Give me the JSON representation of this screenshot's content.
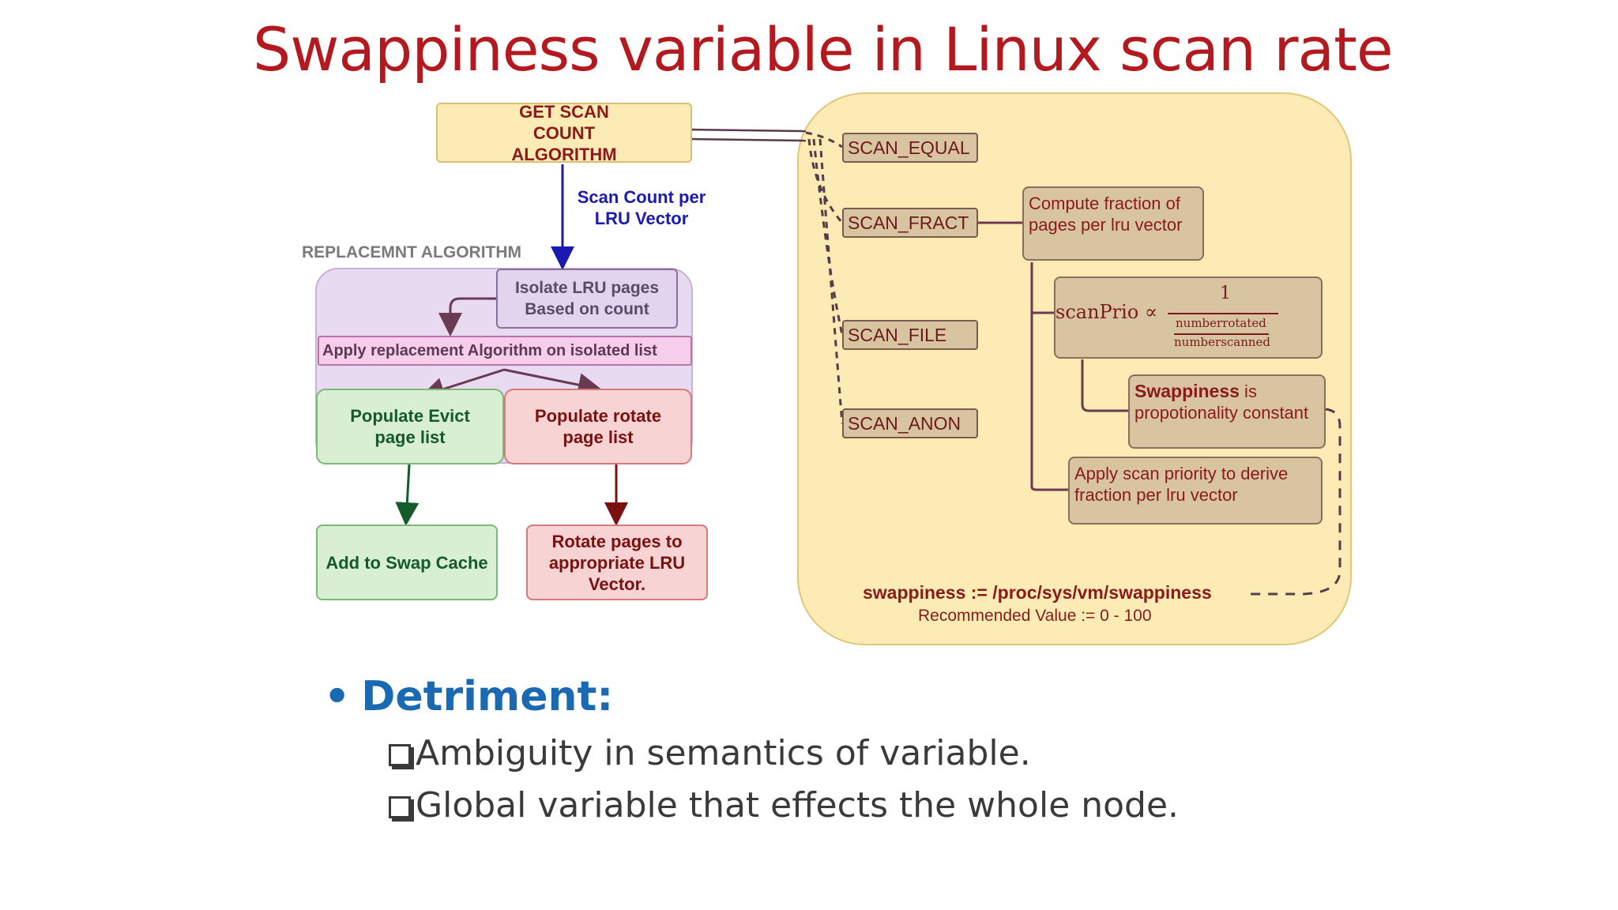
{
  "slide": {
    "title": "Swappiness variable in Linux scan rate"
  },
  "diagram": {
    "get_scan": "GET SCAN COUNT ALGORITHM",
    "scan_count_label": "Scan Count per LRU Vector",
    "replacement_label": "REPLACEMNT ALGORITHM",
    "isolate": "Isolate LRU pages Based on count",
    "apply_replacement": "Apply replacement Algorithm on isolated list",
    "populate_evict": "Populate Evict page list",
    "populate_rotate": "Populate rotate page list",
    "add_swap": "Add to Swap Cache",
    "rotate_pages": "Rotate pages to appropriate LRU Vector.",
    "scan_equal": "SCAN_EQUAL",
    "scan_fract": "SCAN_FRACT",
    "scan_file": "SCAN_FILE",
    "scan_anon": "SCAN_ANON",
    "compute_fraction": "Compute fraction of pages per lru vector",
    "formula_lhs": "scanPrio ∝",
    "formula_num": "1",
    "formula_den_num": "numberrotated",
    "formula_den_den": "numberscanned",
    "swappiness_bold": "Swappiness",
    "swappiness_rest": " is propotionality constant",
    "apply_scan": "Apply scan priority to derive fraction per lru vector",
    "swappiness_path": "swappiness := /proc/sys/vm/swappiness",
    "recommended": "Recommended Value := 0 - 100"
  },
  "detriment": {
    "heading": "Detriment:",
    "items": [
      "Ambiguity in semantics of variable.",
      "Global variable that effects the whole node."
    ]
  },
  "colors": {
    "title": "#b3191f",
    "heading": "#1a6ab3",
    "panel": "#fdebb5",
    "scan_box": "#d9c4a2"
  }
}
